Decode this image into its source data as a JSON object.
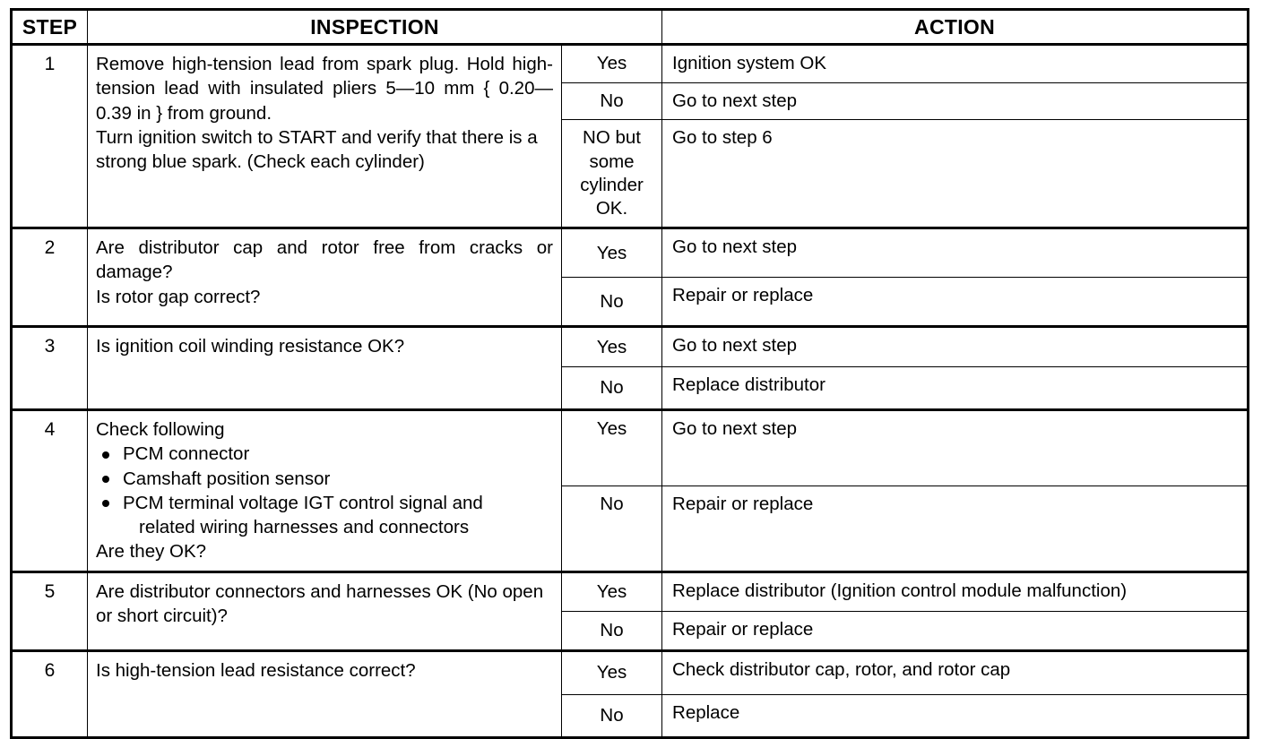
{
  "document": {
    "type": "service-manual-troubleshooting-table",
    "columns": {
      "step": "STEP",
      "inspection": "INSPECTION",
      "action": "ACTION"
    }
  },
  "steps": [
    {
      "number": "1",
      "inspection": {
        "lines": [
          "Remove high-tension lead from spark plug. Hold high-tension lead with insulated pliers 5—10 mm { 0.20—0.39 in } from ground.",
          "Turn ignition switch to START and verify that there is a strong blue spark. (Check each cylinder)"
        ]
      },
      "results": [
        {
          "result": "Yes",
          "action": "Ignition system OK"
        },
        {
          "result": "No",
          "action": "Go to next step"
        },
        {
          "result": "NO but some cylinder OK.",
          "action": "Go to step 6"
        }
      ]
    },
    {
      "number": "2",
      "inspection": {
        "lines": [
          "Are distributor cap and rotor free from cracks or damage?",
          "Is rotor gap correct?"
        ]
      },
      "results": [
        {
          "result": "Yes",
          "action": "Go to next step"
        },
        {
          "result": "No",
          "action": "Repair or replace"
        }
      ]
    },
    {
      "number": "3",
      "inspection": {
        "lines": [
          "Is ignition coil winding resistance OK?"
        ]
      },
      "results": [
        {
          "result": "Yes",
          "action": "Go to next step"
        },
        {
          "result": "No",
          "action": "Replace distributor"
        }
      ]
    },
    {
      "number": "4",
      "inspection": {
        "intro": "Check following",
        "bullets": [
          {
            "text": "PCM connector"
          },
          {
            "text": "Camshaft position sensor"
          },
          {
            "text": "PCM terminal voltage IGT control signal and",
            "continuation": "related wiring harnesses and connectors"
          }
        ],
        "outro": "Are they OK?"
      },
      "results": [
        {
          "result": "Yes",
          "action": "Go to next step"
        },
        {
          "result": "No",
          "action": "Repair or replace"
        }
      ]
    },
    {
      "number": "5",
      "inspection": {
        "lines": [
          "Are distributor connectors and harnesses OK (No open or short circuit)?"
        ]
      },
      "results": [
        {
          "result": "Yes",
          "action": "Replace distributor (Ignition control module malfunction)"
        },
        {
          "result": "No",
          "action": "Repair or replace"
        }
      ]
    },
    {
      "number": "6",
      "inspection": {
        "lines": [
          "Is high-tension lead resistance correct?"
        ]
      },
      "results": [
        {
          "result": "Yes",
          "action": "Check distributor cap, rotor, and rotor cap"
        },
        {
          "result": "No",
          "action": "Replace"
        }
      ]
    }
  ]
}
